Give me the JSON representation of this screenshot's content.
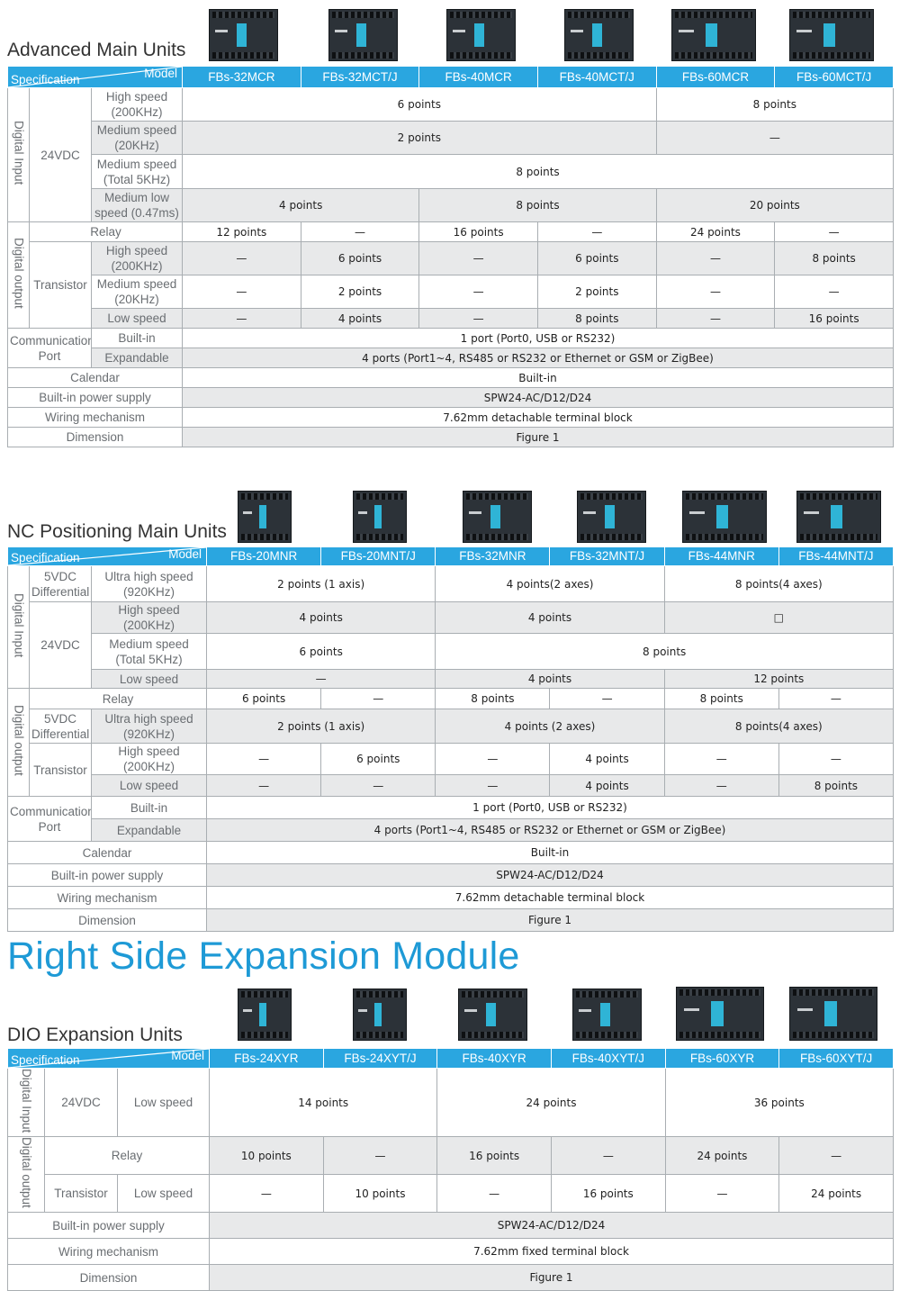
{
  "advanced": {
    "title": "Advanced Main Units",
    "header": {
      "spec": "Specification",
      "model": "Model",
      "models": [
        "FBs-32MCR",
        "FBs-32MCT/J",
        "FBs-40MCR",
        "FBs-40MCT/J",
        "FBs-60MCR",
        "FBs-60MCT/J"
      ]
    },
    "digital_input": "Digital Input",
    "v24": "24VDC",
    "hs": "High speed (200KHz)",
    "ms": "Medium speed (20KHz)",
    "ms5": "Medium speed (Total 5KHz)",
    "mls": "Medium low speed (0.47ms)",
    "hs_v1": "6 points",
    "hs_v2": "8 points",
    "ms_v1": "2 points",
    "ms_v2": "—",
    "ms5_v": "8 points",
    "mls_v1": "4 points",
    "mls_v2": "8 points",
    "mls_v3": "20 points",
    "digital_output": "Digital output",
    "relay": "Relay",
    "relay_v": [
      "12 points",
      "—",
      "16 points",
      "—",
      "24 points",
      "—"
    ],
    "transistor": "Transistor",
    "t_hs": "High speed (200KHz)",
    "t_hs_v": [
      "—",
      "6 points",
      "—",
      "6 points",
      "—",
      "8 points"
    ],
    "t_ms": "Medium speed (20KHz)",
    "t_ms_v": [
      "—",
      "2 points",
      "—",
      "2 points",
      "—",
      "—"
    ],
    "t_ls": "Low speed",
    "t_ls_v": [
      "—",
      "4 points",
      "—",
      "8 points",
      "—",
      "16 points"
    ],
    "comm": "Communication Port",
    "builtin": "Built-in",
    "builtin_v": "1 port (Port0, USB or RS232)",
    "expand": "Expandable",
    "expand_v": "4 ports (Port1~4, RS485 or RS232 or Ethernet or GSM or ZigBee)",
    "calendar": "Calendar",
    "calendar_v": "Built-in",
    "power": "Built-in power supply",
    "power_v": "SPW24-AC/D12/D24",
    "wiring": "Wiring mechanism",
    "wiring_v": "7.62mm detachable terminal block",
    "dim": "Dimension",
    "dim_v": "Figure 1"
  },
  "nc": {
    "title": "NC Positioning Main Units",
    "header": {
      "spec": "Specification",
      "model": "Model",
      "models": [
        "FBs-20MNR",
        "FBs-20MNT/J",
        "FBs-32MNR",
        "FBs-32MNT/J",
        "FBs-44MNR",
        "FBs-44MNT/J"
      ]
    },
    "digital_input": "Digital Input",
    "v5": "5VDC Differential",
    "uhs": "Ultra high speed (920KHz)",
    "uhs_v": [
      "2 points (1 axis)",
      "4 points(2 axes)",
      "8 points(4 axes)"
    ],
    "v24": "24VDC",
    "hs": "High speed (200KHz)",
    "hs_v": [
      "4 points",
      "4 points",
      "□"
    ],
    "ms5": "Medium speed (Total 5KHz)",
    "ms5_v": [
      "6 points",
      "8 points"
    ],
    "ls": "Low speed",
    "ls_v": [
      "—",
      "4 points",
      "12 points"
    ],
    "digital_output": "Digital output",
    "relay": "Relay",
    "relay_v": [
      "6 points",
      "—",
      "8 points",
      "—",
      "8 points",
      "—"
    ],
    "o_v5": "5VDC Differential",
    "o_uhs": "Ultra high speed (920KHz)",
    "o_uhs_v": [
      "2 points (1 axis)",
      "4 points (2 axes)",
      "8 points(4 axes)"
    ],
    "transistor": "Transistor",
    "o_hs": "High speed (200KHz)",
    "o_hs_v": [
      "—",
      "6 points",
      "—",
      "4 points",
      "—",
      "—"
    ],
    "o_ls": "Low speed",
    "o_ls_v": [
      "—",
      "—",
      "—",
      "4 points",
      "—",
      "8 points"
    ],
    "comm": "Communication Port",
    "builtin": "Built-in",
    "builtin_v": "1 port (Port0, USB or RS232)",
    "expand": "Expandable",
    "expand_v": "4 ports (Port1~4, RS485 or RS232 or Ethernet or GSM or ZigBee)",
    "calendar": "Calendar",
    "calendar_v": "Built-in",
    "power": "Built-in power supply",
    "power_v": "SPW24-AC/D12/D24",
    "wiring": "Wiring mechanism",
    "wiring_v": "7.62mm detachable terminal block",
    "dim": "Dimension",
    "dim_v": "Figure 1"
  },
  "rse_title": "Right Side Expansion Module",
  "dio": {
    "title": "DIO Expansion Units",
    "header": {
      "spec": "Specification",
      "model": "Model",
      "models": [
        "FBs-24XYR",
        "FBs-24XYT/J",
        "FBs-40XYR",
        "FBs-40XYT/J",
        "FBs-60XYR",
        "FBs-60XYT/J"
      ]
    },
    "digital_input": "Digital Input",
    "v24": "24VDC",
    "ls": "Low speed",
    "in_v": [
      "14 points",
      "24 points",
      "36 points"
    ],
    "digital_output": "Digital output",
    "relay": "Relay",
    "relay_v": [
      "10 points",
      "—",
      "16 points",
      "—",
      "24 points",
      "—"
    ],
    "transistor": "Transistor",
    "t_ls": "Low speed",
    "t_ls_v": [
      "—",
      "10 points",
      "—",
      "16 points",
      "—",
      "24 points"
    ],
    "power": "Built-in power supply",
    "power_v": "SPW24-AC/D12/D24",
    "wiring": "Wiring mechanism",
    "wiring_v": "7.62mm fixed terminal block",
    "dim": "Dimension",
    "dim_v": "Figure 1"
  }
}
